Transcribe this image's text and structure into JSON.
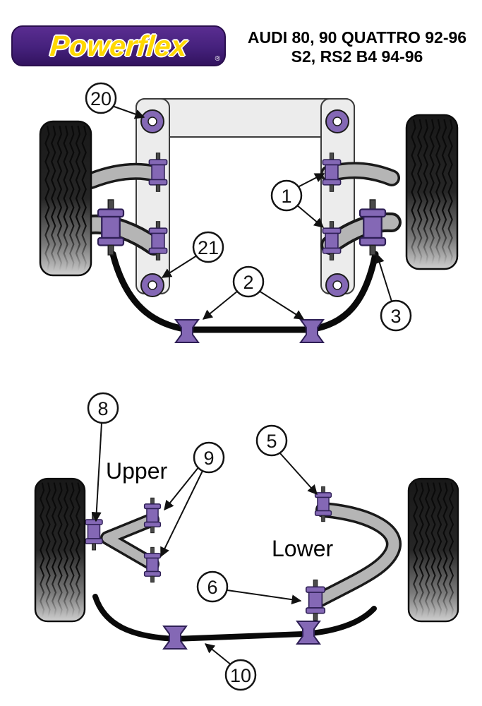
{
  "header": {
    "logo": {
      "text": "Powerflex",
      "registered": "®"
    },
    "title": {
      "line1": "AUDI 80, 90 QUATTRO 92-96",
      "line2": "S2, RS2 B4 94-96"
    }
  },
  "diagram": {
    "front": {
      "callouts": {
        "c20": "20",
        "c1": "1",
        "c21": "21",
        "c2": "2",
        "c3": "3"
      }
    },
    "rear": {
      "labels": {
        "upper": "Upper",
        "lower": "Lower"
      },
      "callouts": {
        "c8": "8",
        "c9": "9",
        "c5": "5",
        "c6": "6",
        "c10": "10"
      }
    }
  },
  "colors": {
    "logo_purple": "#45217c",
    "logo_yellow": "#ffd800",
    "bushing_purple": "#8468b5",
    "bushing_outline": "#2e1f55",
    "arm_gray": "#b5b5b5",
    "subframe_gray": "#ececec",
    "tire_dark": "#1e1e1e",
    "line_black": "#111111",
    "background": "#ffffff"
  }
}
